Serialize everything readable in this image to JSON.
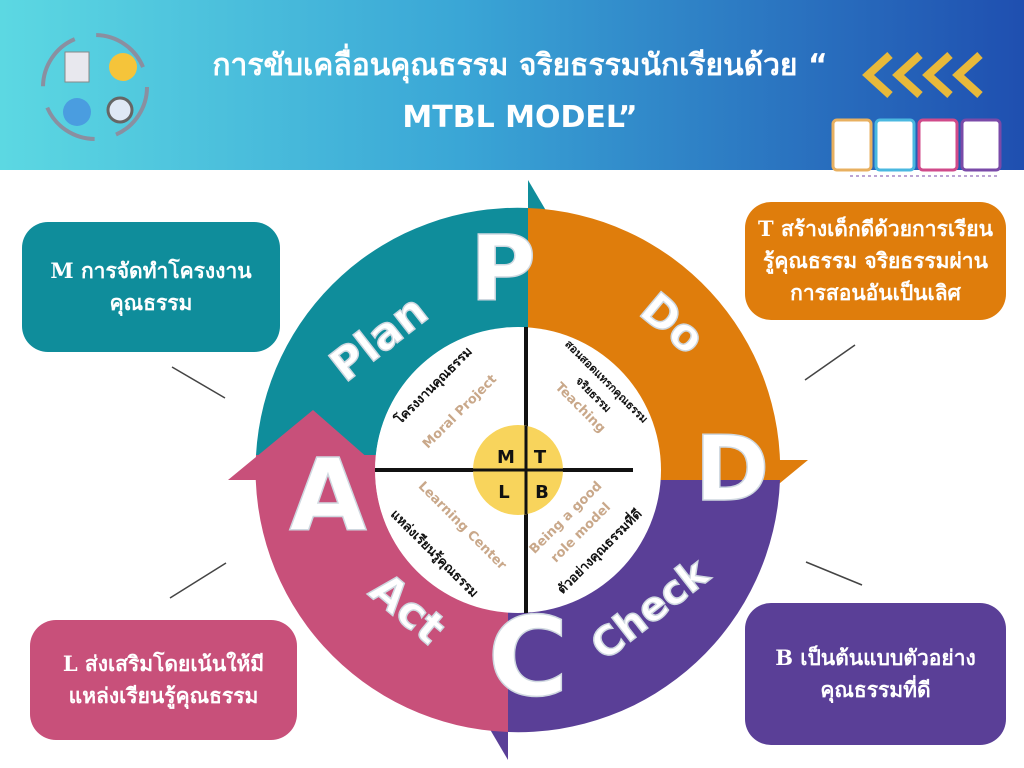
{
  "header": {
    "title_line1": "การขับเคลื่อนคุณธรรม จริยธรรมนักเรียนด้วย “",
    "title_line2": "MTBL MODEL”"
  },
  "colors": {
    "plan": "#0f8d9b",
    "do": "#df7d0c",
    "check": "#5a3f97",
    "act": "#c8507a",
    "center": "#f8d45c"
  },
  "boxes": {
    "m": "M การจัดทำโครงงานคุณธรรม",
    "t": "T สร้างเด็กดีด้วยการเรียนรู้คุณธรรม จริยธรรมผ่านการสอนอันเป็นเลิศ",
    "l": "L ส่งเสริมโดยเน้นให้มีแหล่งเรียนรู้คุณธรรม",
    "b": "B เป็นต้นแบบตัวอย่างคุณธรรมที่ดี"
  },
  "cycle": {
    "p": "P",
    "plan": "Plan",
    "d": "D",
    "do": "Do",
    "c": "C",
    "check": "Check",
    "a": "A",
    "act": "Act"
  },
  "quadrants": {
    "m": {
      "en": "Moral Project",
      "th": "โครงงานคุณธรรม"
    },
    "t": {
      "en": "Teaching",
      "th1": "สอนสอดแทรกคุณธรรม",
      "th2": "จริยธรรม"
    },
    "l": {
      "en": "Learning Center",
      "th": "แหล่งเรียนรู้คุณธรรม"
    },
    "b": {
      "en1": "Being a good",
      "en2": "role model",
      "th": "ตัวอย่างคุณธรรมที่ดี"
    }
  },
  "center": {
    "m": "M",
    "t": "T",
    "l": "L",
    "b": "B"
  }
}
